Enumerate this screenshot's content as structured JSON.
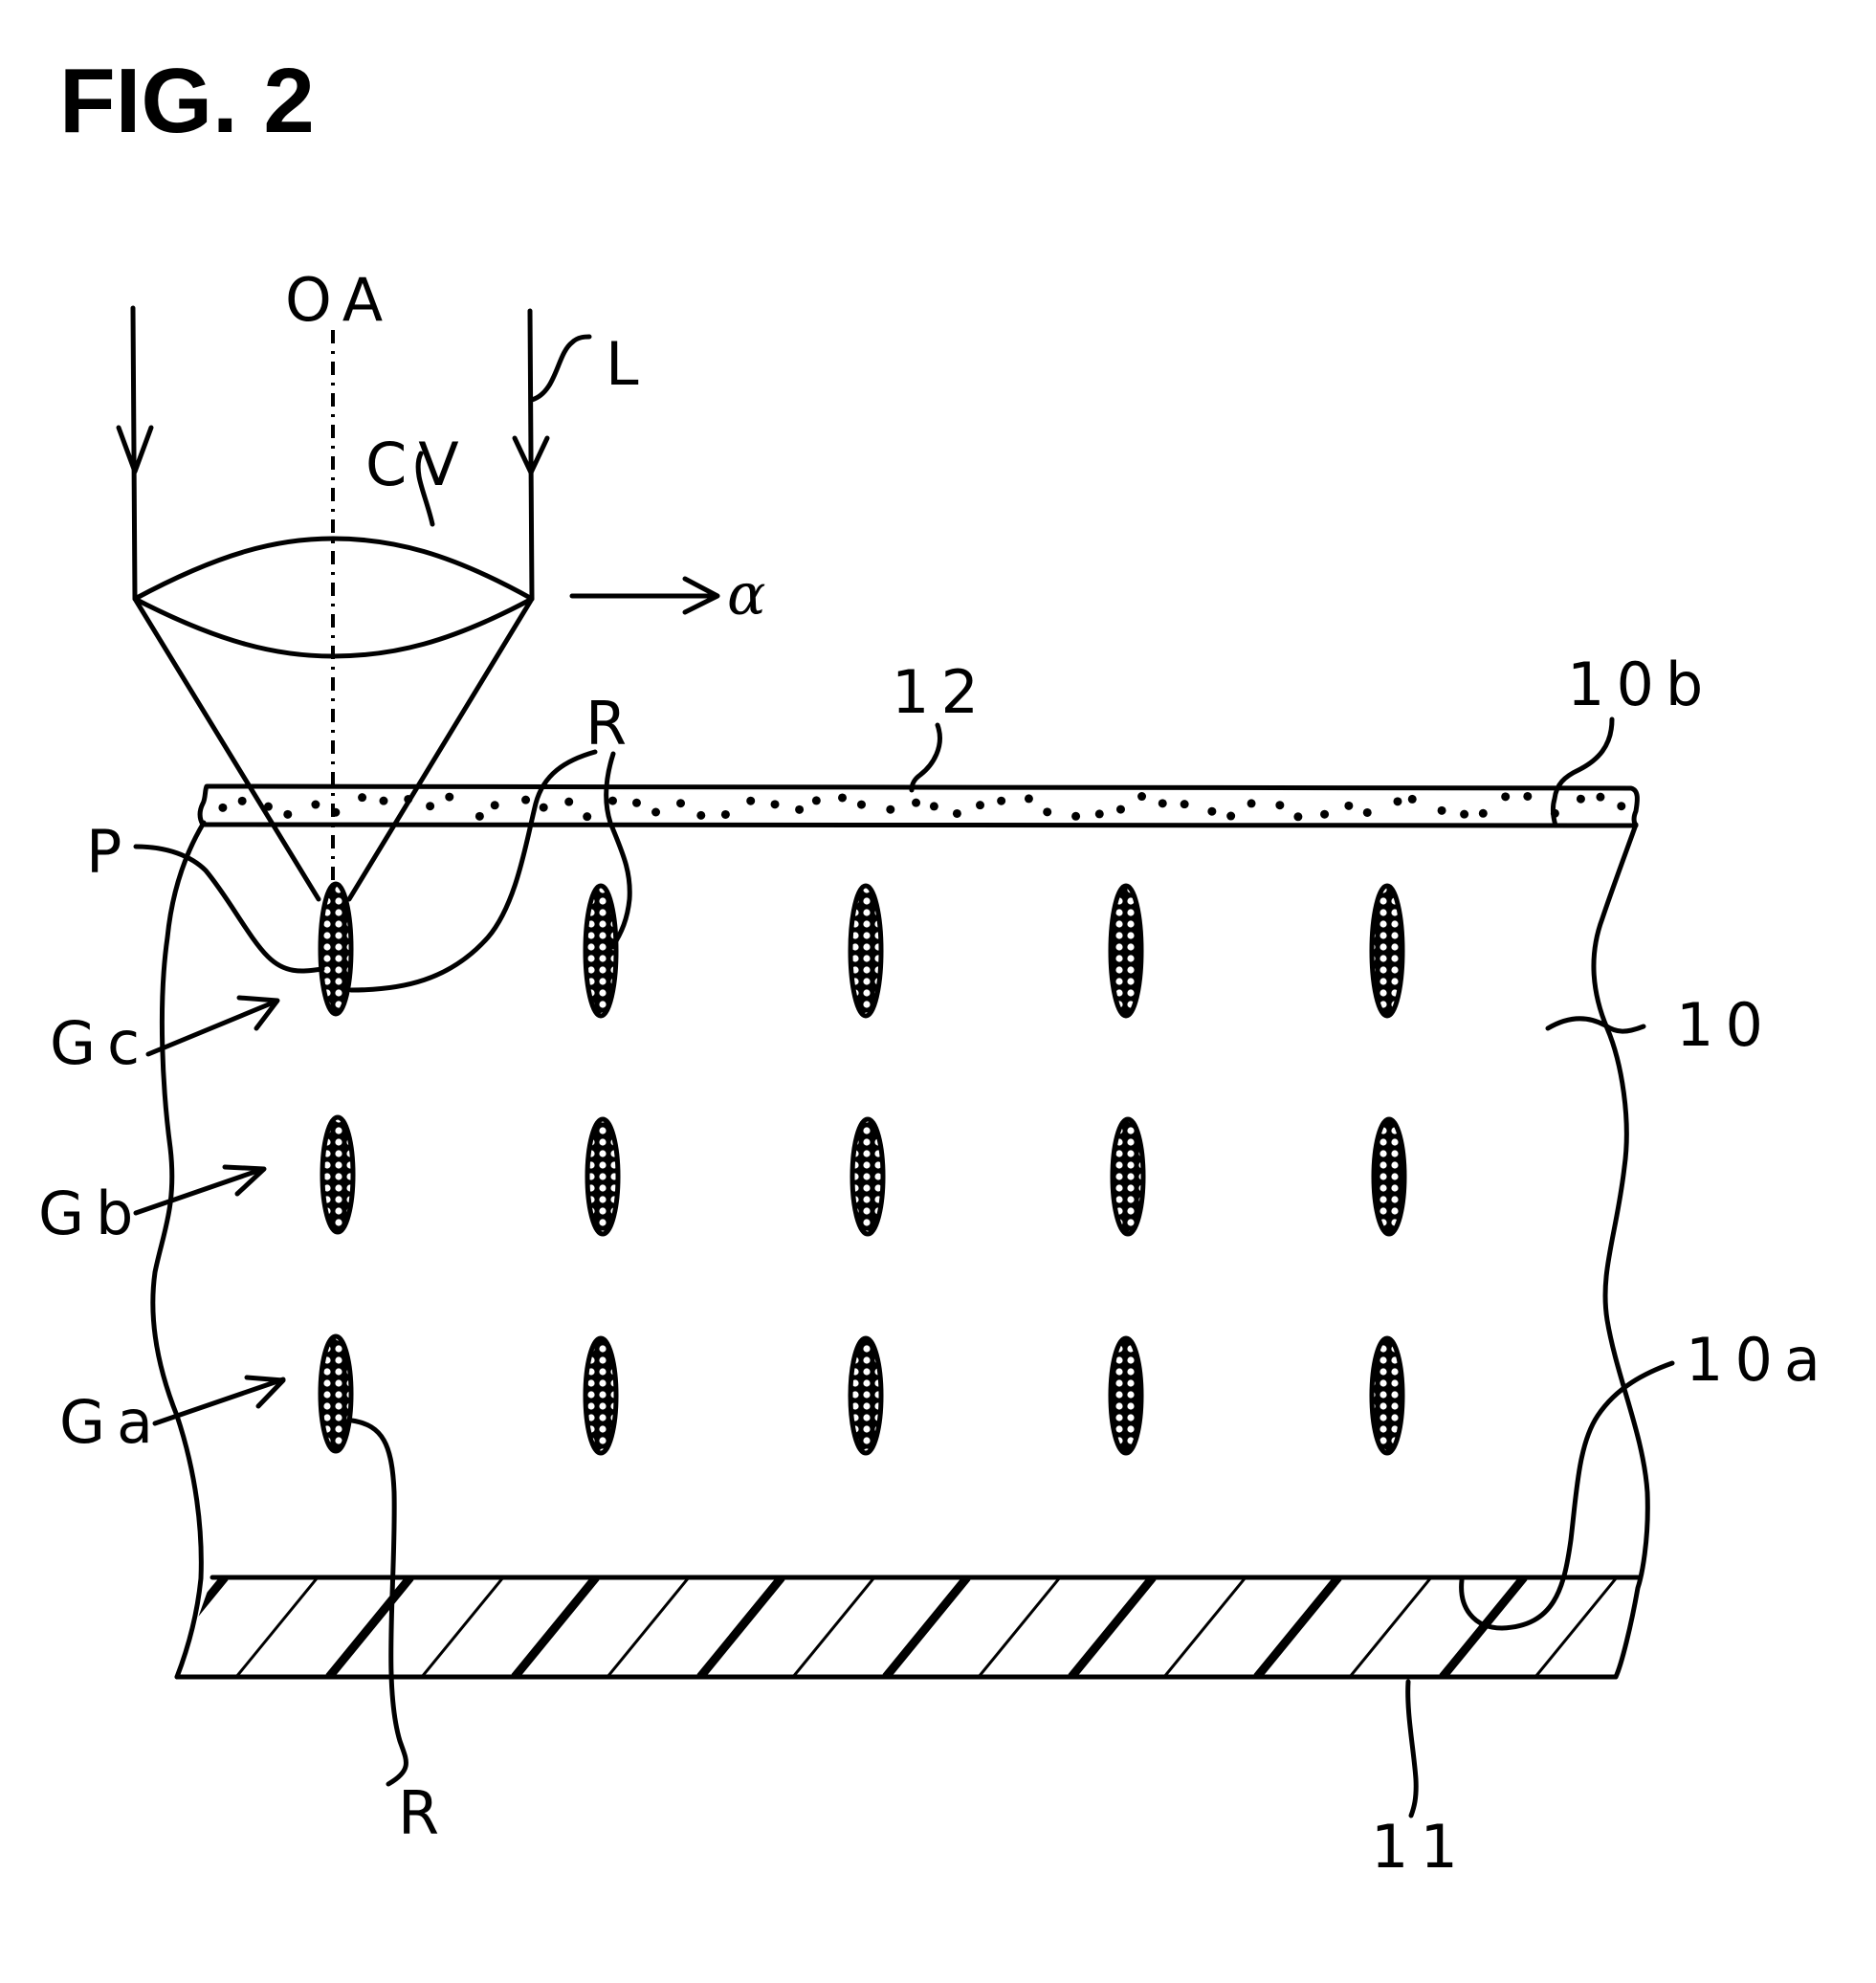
{
  "figure": {
    "title": "FIG. 2",
    "labels": {
      "optical_axis": "OA",
      "laser_light": "L",
      "condenser_lens": "CV",
      "scan_direction": "α",
      "protective_film": "12",
      "wafer_surface": "10b",
      "focal_point": "P",
      "modified_region_top": "R",
      "modified_region_bottom": "R",
      "group_c": "Gc",
      "group_b": "Gb",
      "group_a": "Ga",
      "wafer": "10",
      "wafer_back_surface": "10a",
      "support_tape": "11"
    },
    "modified_region_grid": {
      "rows": [
        "Gc",
        "Gb",
        "Ga"
      ],
      "columns_per_row": 5
    },
    "colors": {
      "ink": "#000000",
      "paper": "#ffffff"
    }
  }
}
